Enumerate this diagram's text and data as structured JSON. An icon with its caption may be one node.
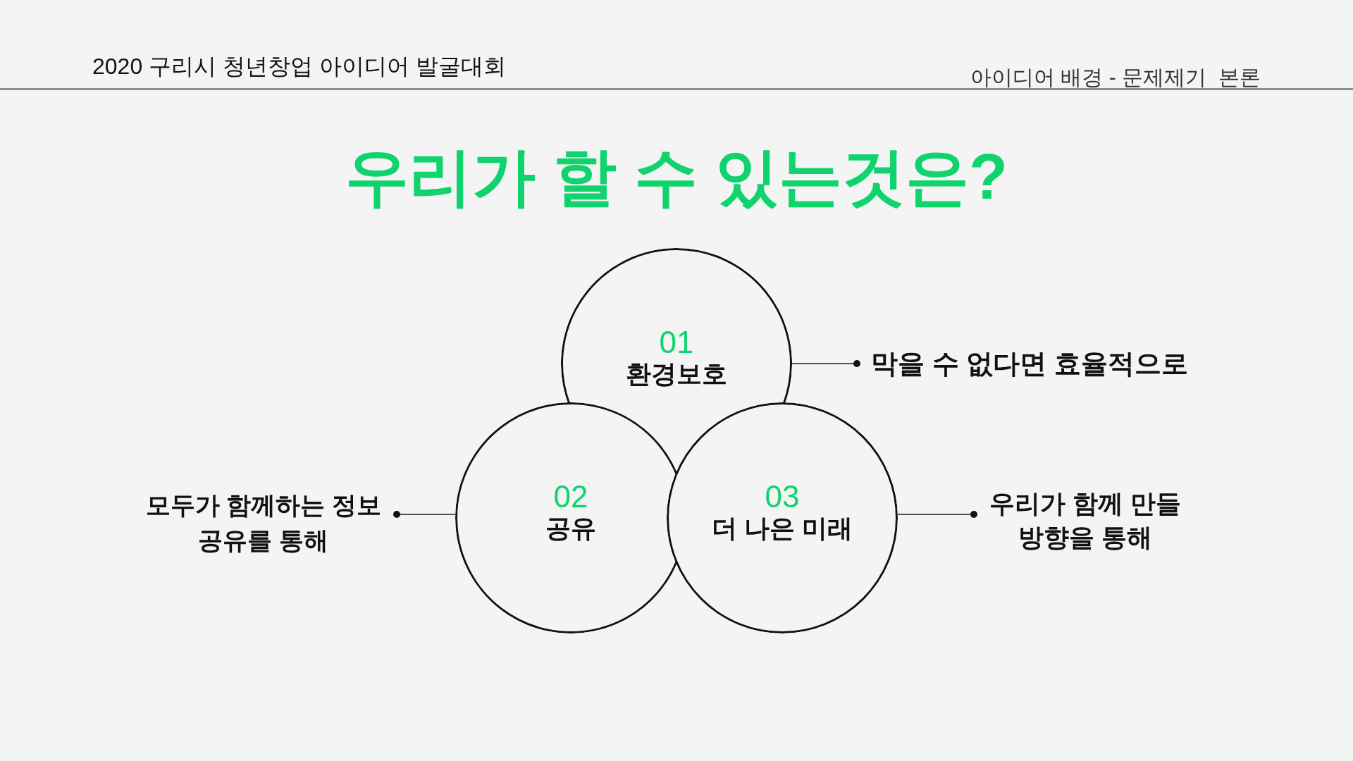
{
  "diagram": {
    "title": "우리가 할 수 있는것은?",
    "nodes": [
      {
        "text": [
          "01",
          "환경보호"
        ]
      },
      {
        "text": [
          "막을 수 없다면 효율적으로"
        ]
      },
      {
        "text": [
          "모두가 함께하는 정보 공유를 통해"
        ]
      },
      {
        "text": [
          "02",
          "공유"
        ]
      },
      {
        "text": [
          "03",
          "더 나은 미래"
        ]
      },
      {
        "text": [
          "우리가 함께 만들 방향을 통해"
        ]
      }
    ],
    "edges": [
      {
        "from": 1,
        "to": 0,
        "arrow": "other"
      },
      {
        "from": 2,
        "to": 3,
        "arrow": "other"
      },
      {
        "from": 5,
        "to": 4,
        "arrow": "other"
      }
    ],
    "labels": [
      "2020 구리시 청년창업 아이디어 발굴대회",
      "아이디어 배경 - 문제제기  본론"
    ]
  }
}
